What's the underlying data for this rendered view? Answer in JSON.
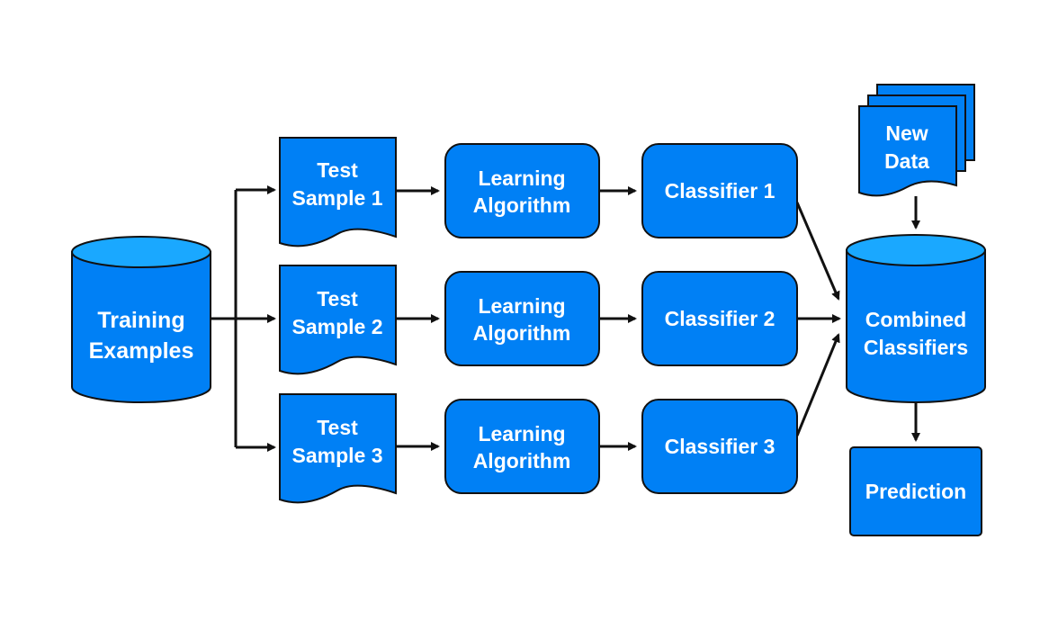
{
  "colors": {
    "fill": "#0080f5",
    "fill_light": "#1aa8ff",
    "outline": "#111111",
    "text": "#ffffff",
    "background": "#ffffff"
  },
  "nodes": {
    "training": {
      "line1": "Training",
      "line2": "Examples"
    },
    "samples": [
      {
        "line1": "Test",
        "line2": "Sample 1"
      },
      {
        "line1": "Test",
        "line2": "Sample 2"
      },
      {
        "line1": "Test",
        "line2": "Sample 3"
      }
    ],
    "algorithms": [
      {
        "line1": "Learning",
        "line2": "Algorithm"
      },
      {
        "line1": "Learning",
        "line2": "Algorithm"
      },
      {
        "line1": "Learning",
        "line2": "Algorithm"
      }
    ],
    "classifiers": [
      {
        "label": "Classifier 1"
      },
      {
        "label": "Classifier 2"
      },
      {
        "label": "Classifier 3"
      }
    ],
    "new_data": {
      "line1": "New",
      "line2": "Data"
    },
    "combined": {
      "line1": "Combined",
      "line2": "Classifiers"
    },
    "prediction": {
      "label": "Prediction"
    }
  }
}
